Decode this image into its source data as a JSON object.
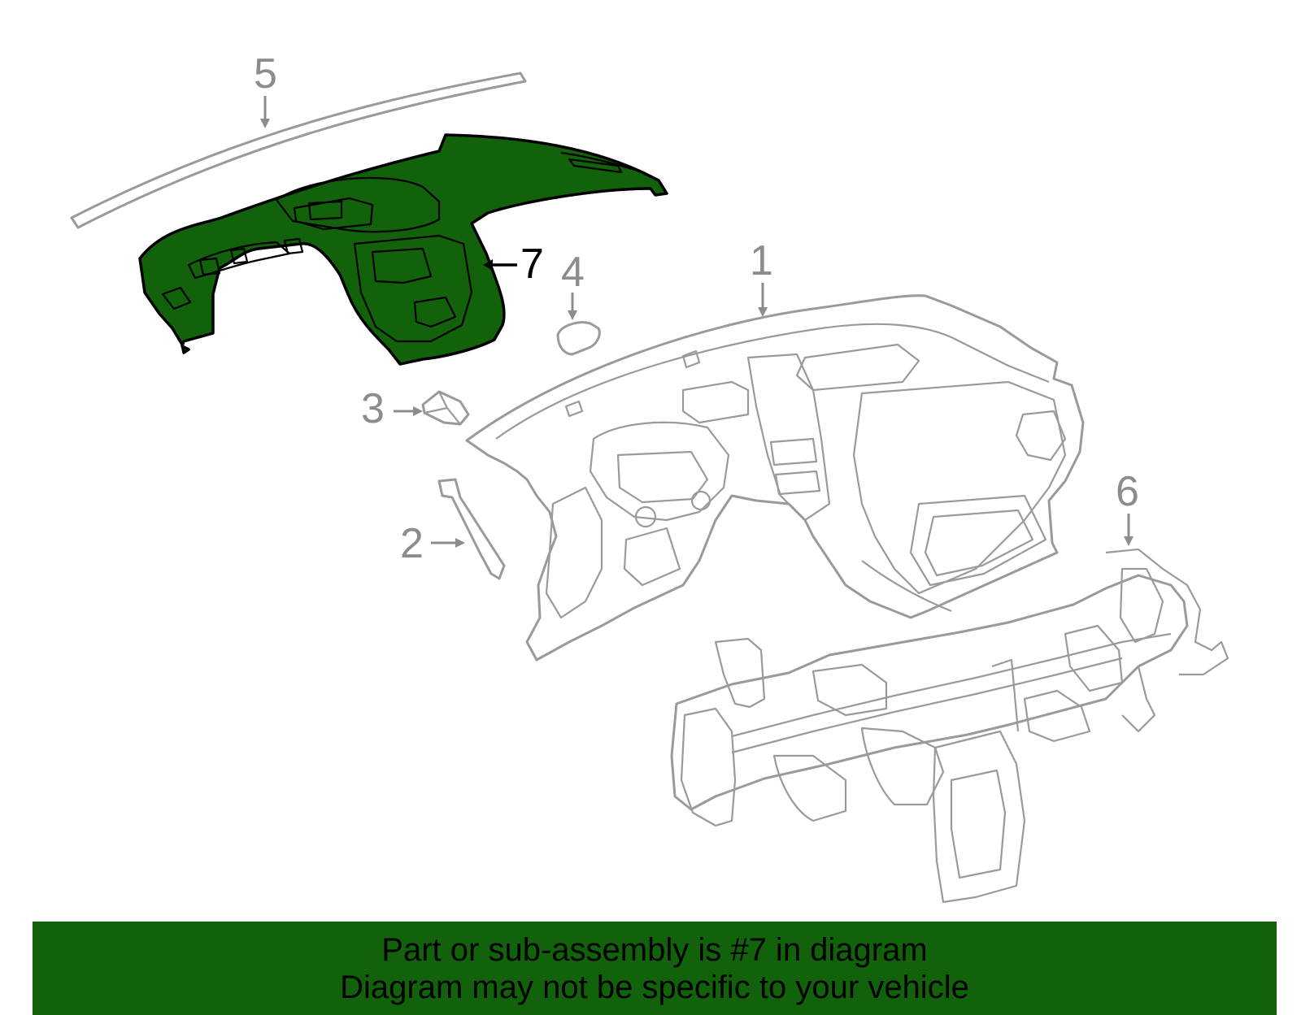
{
  "callouts": {
    "c1": "1",
    "c2": "2",
    "c3": "3",
    "c4": "4",
    "c5": "5",
    "c6": "6",
    "c7": "7"
  },
  "banner": {
    "line1": "Part or sub-assembly is #7 in diagram",
    "line2": "Diagram may not be specific to your vehicle"
  },
  "colors": {
    "highlight": "#12620b",
    "outline": "#9a9a9a"
  }
}
